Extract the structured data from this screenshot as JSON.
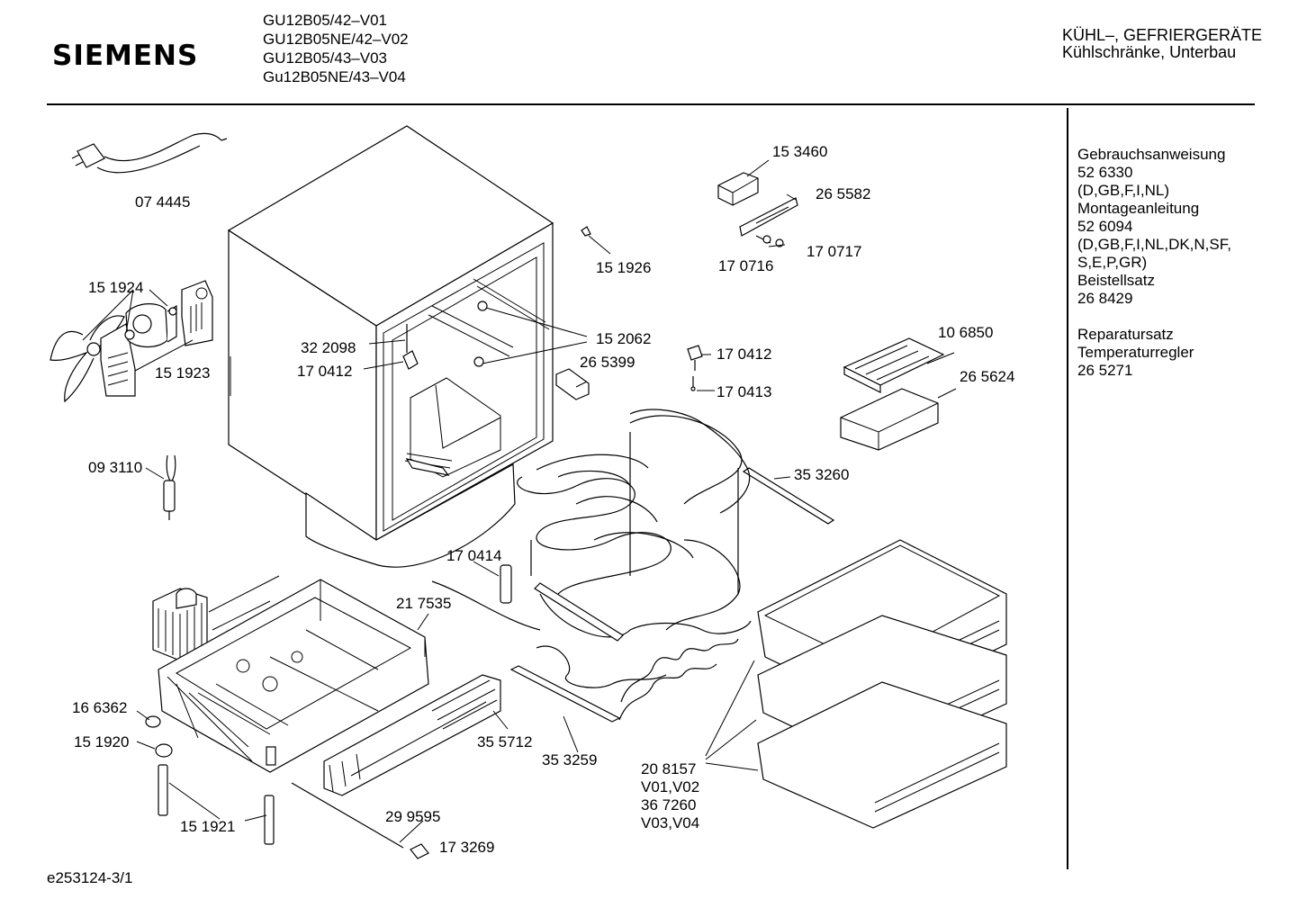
{
  "header": {
    "brand": "SIEMENS",
    "models": [
      "GU12B05/42–V01",
      "GU12B05NE/42–V02",
      "GU12B05/43–V03",
      "Gu12B05NE/43–V04"
    ],
    "category_line1": "KÜHL–, GEFRIERGERÄTE",
    "category_line2": "Kühlschränke, Unterbau"
  },
  "sidebar": {
    "lines": [
      "Gebrauchsanweisung",
      "52 6330",
      "(D,GB,F,I,NL)",
      "Montageanleitung",
      "52 6094",
      "(D,GB,F,I,NL,DK,N,SF,",
      "S,E,P,GR)",
      "Beistellsatz",
      "26 8429",
      "",
      "Reparatursatz",
      "Temperaturregler",
      "26 5271"
    ]
  },
  "parts": {
    "p074445": "07 4445",
    "p151924": "15 1924",
    "p151923": "15 1923",
    "p093110": "09 3110",
    "p151926": "15 1926",
    "p322098": "32 2098",
    "p170412a": "17 0412",
    "p152062": "15 2062",
    "p265399": "26 5399",
    "p153460": "15 3460",
    "p265582": "26 5582",
    "p170716": "17 0716",
    "p170717": "17 0717",
    "p170412b": "17 0412",
    "p170413": "17 0413",
    "p106850": "10 6850",
    "p265624": "26 5624",
    "p353260": "35 3260",
    "p170414": "17 0414",
    "p217535": "21 7535",
    "p166362": "16 6362",
    "p151920": "15 1920",
    "p151921": "15 1921",
    "p355712": "35 5712",
    "p353259": "35 3259",
    "p299595": "29 9595",
    "p173269": "17 3269",
    "p208157": "20 8157",
    "v0102": "V01,V02",
    "p367260": "36 7260",
    "v0304": "V03,V04"
  },
  "footer": {
    "doc_id": "e253124-3/1"
  }
}
